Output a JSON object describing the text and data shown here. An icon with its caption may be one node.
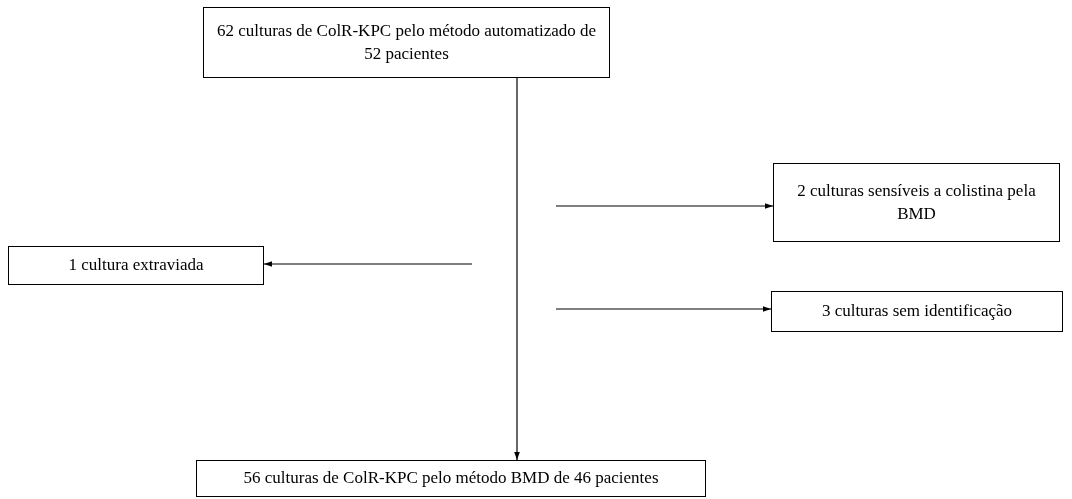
{
  "diagram": {
    "nodes": [
      {
        "text": [
          "62 culturas de ColR-KPC pelo método automatizado de 52 pacientes"
        ]
      },
      {
        "text": [
          "2 culturas sensíveis a colistina pela BMD"
        ]
      },
      {
        "text": [
          "1 cultura extraviada"
        ]
      },
      {
        "text": [
          "3 culturas sem identificação"
        ]
      },
      {
        "text": [
          "56 culturas de ColR-KPC pelo método BMD de 46 pacientes"
        ]
      }
    ],
    "edges": [
      {
        "from": 0,
        "to": 4,
        "arrow": "to"
      },
      {
        "from": null,
        "to": 1,
        "arrow": "to"
      },
      {
        "from": null,
        "to": 2,
        "arrow": "to"
      },
      {
        "from": null,
        "to": 3,
        "arrow": "to"
      }
    ]
  }
}
